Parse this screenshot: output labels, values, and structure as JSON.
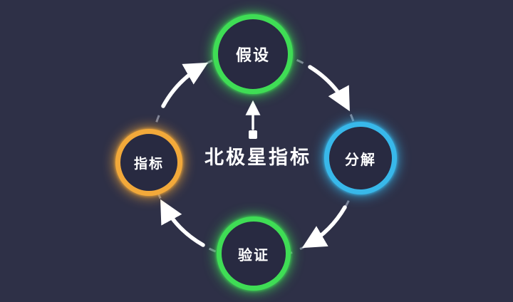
{
  "diagram": {
    "center_title": "北极星指标",
    "background_color": "#2e3047",
    "dashed_circle_color": "#8b8fa2",
    "arrow_color": "#ffffff",
    "nodes": [
      {
        "id": "hypothesis",
        "label": "假设",
        "position": "top",
        "color": "#3fdd55"
      },
      {
        "id": "decompose",
        "label": "分解",
        "position": "right",
        "color": "#38b8ea"
      },
      {
        "id": "validate",
        "label": "验证",
        "position": "bottom",
        "color": "#3fdd55"
      },
      {
        "id": "metric",
        "label": "指标",
        "position": "left",
        "color": "#f2a93a"
      }
    ]
  }
}
